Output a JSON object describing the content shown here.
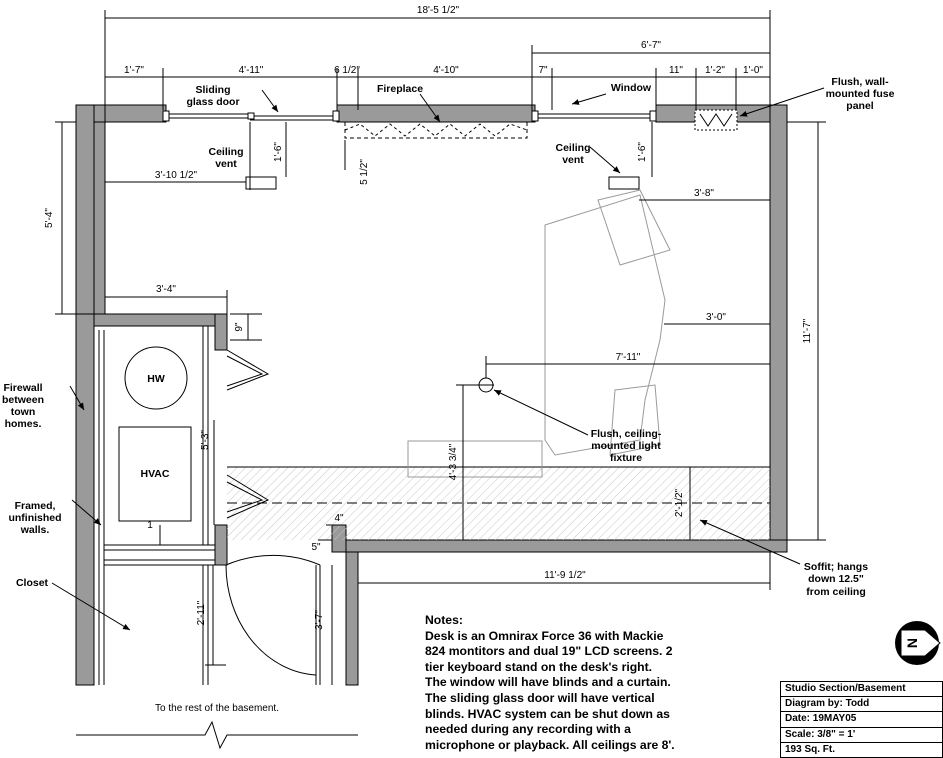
{
  "dimensions": {
    "overall_width": "18'-5 1/2\"",
    "right_span": "6'-7\"",
    "seg1": "1'-7\"",
    "seg2": "4'-11\"",
    "seg3": "6 1/2\"",
    "seg4": "4'-10\"",
    "seg5": "7\"",
    "seg6": "11\"",
    "seg7": "1'-2\"",
    "seg8": "1'-0\"",
    "vent_left_drop": "1'-6\"",
    "vent_left_offset": "3'-10 1/2\"",
    "fireplace_depth": "5 1/2\"",
    "vent_right_drop": "1'-6\"",
    "right_vent_offset": "3'-8\"",
    "left_height": "5'-4\"",
    "closet_offset": "3'-4\"",
    "closet_wall_thick": "9\"",
    "right_height": "11'-7\"",
    "desk_offset": "3'-0\"",
    "light_offset": "7'-11\"",
    "light_height": "4'-3 3/4\"",
    "hvac_height": "5'-3\"",
    "soffit_depth": "2'-1/2\"",
    "four_in": "4\"",
    "five_in": "5\"",
    "one": "1",
    "bottom_width": "11'-9 1/2\"",
    "door_2_11": "2'-11\"",
    "door_3_7": "3'-7\""
  },
  "labels": {
    "sliding_door": [
      "Sliding",
      "glass door"
    ],
    "fireplace": "Fireplace",
    "window": "Window",
    "fuse_panel": [
      "Flush, wall-",
      "mounted fuse",
      "panel"
    ],
    "ceiling_vent_left": [
      "Ceiling",
      "vent"
    ],
    "ceiling_vent_right": [
      "Ceiling",
      "vent"
    ],
    "light_fixture": [
      "Flush, ceiling-",
      "mounted light",
      "fixture"
    ],
    "firewall": [
      "Firewall",
      "between",
      "town",
      "homes."
    ],
    "framed_walls": [
      "Framed,",
      "unfinished",
      "walls."
    ],
    "closet": "Closet",
    "hw": "HW",
    "hvac": "HVAC",
    "soffit": [
      "Soffit; hangs",
      "down 12.5\"",
      "from ceiling"
    ],
    "rest_of_basement": "To the rest of the basement.",
    "compass": "N"
  },
  "notes": [
    "Notes:",
    "Desk is an Omnirax Force 36 with Mackie",
    "824 montitors and dual 19\" LCD screens.  2",
    "tier keyboard stand on the desk's right.",
    "The window will have blinds and a curtain.",
    "The sliding glass door will have vertical",
    "blinds.  HVAC system can be shut down as",
    "needed during any recording with a",
    "microphone or playback.  All ceilings are 8'."
  ],
  "title_block": {
    "title": "Studio Section/Basement",
    "diagram_by": "Diagram by:      Todd",
    "date": "Date: 19MAY05",
    "scale": "Scale:  3/8\" = 1'",
    "area": "193 Sq. Ft."
  }
}
